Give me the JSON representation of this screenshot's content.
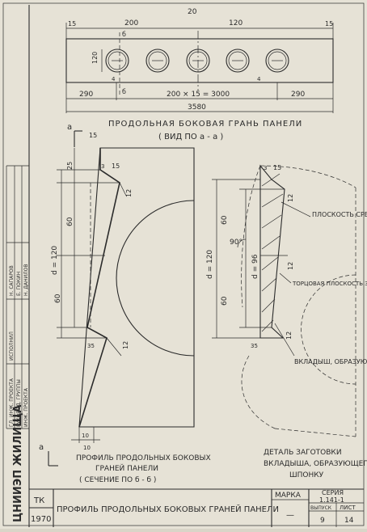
{
  "sheet": {
    "page_number": "20"
  },
  "top_view": {
    "dims_top": [
      "15",
      "200",
      "120",
      "15"
    ],
    "dim_left_height": "120",
    "dims_small": [
      "4",
      "4"
    ],
    "section_mark": "б",
    "dims_bottom": [
      "290",
      "200 × 15 = 3000",
      "290"
    ],
    "dim_total": "3580",
    "title": "ПРОДОЛЬНАЯ БОКОВАЯ ГРАНЬ ПАНЕЛИ",
    "subtitle": "( ВИД ПО а - а )"
  },
  "profile": {
    "view_mark": "а",
    "dims": [
      "15",
      "25",
      "3",
      "15",
      "12",
      "60",
      "60",
      "d = 120",
      "35",
      "12",
      "10",
      "10"
    ],
    "title_line1": "ПРОФИЛЬ  ПРОДОЛЬНЫХ  БОКОВЫХ",
    "title_line2": "ГРАНЕЙ  ПАНЕЛИ",
    "title_line3": "( СЕЧЕНИЕ  ПО  б - б )"
  },
  "detail": {
    "dims": [
      "3",
      "15",
      "12",
      "60",
      "60",
      "d = 120",
      "d = 96",
      "12",
      "35",
      "12",
      "90°"
    ],
    "labels": {
      "cut_plane": "ПЛОСКОСТЬ СРЕЗА",
      "end_plane": "ТОРЦОВАЯ ПЛОСКОСТЬ ЗАГОТОВКИ ВКЛАДЫША ДО СРЕЗА",
      "insert": "ВКЛАДЫШ, ОБРАЗУЮЩИЙ ШПОНКУ"
    },
    "title_line1": "ДЕТАЛЬ  ЗАГОТОВКИ",
    "title_line2": "ВКЛАДЫША, ОБРАЗУЮЩЕГО",
    "title_line3": "ШПОНКУ"
  },
  "title_block": {
    "org": "ЦНИИЭП ЖИЛИЩА",
    "code": "ТК",
    "year": "1970",
    "sheet_title": "ПРОФИЛЬ  ПРОДОЛЬНЫХ  БОКОВЫХ  ГРАНЕЙ  ПАНЕЛИ",
    "marka_label": "МАРКА",
    "marka_value": "—",
    "seria_label": "СЕРИЯ",
    "seria_value": "1.141-1",
    "vypusk_label": "ВЫПУСК",
    "vypusk_value": "9",
    "list_label": "ЛИСТ",
    "list_value": "14"
  },
  "signatures": [
    "ГЛ. ИНЖ. ПРОЕКТА",
    "РУКОВОД. ГРУППЫ",
    "ИНЖ. ПРОЕКТА",
    "ИСПОЛНИЛ",
    "Н. САПАРОВ",
    "Е. ПОКИН",
    "Н. ДАНИЛОВ"
  ]
}
